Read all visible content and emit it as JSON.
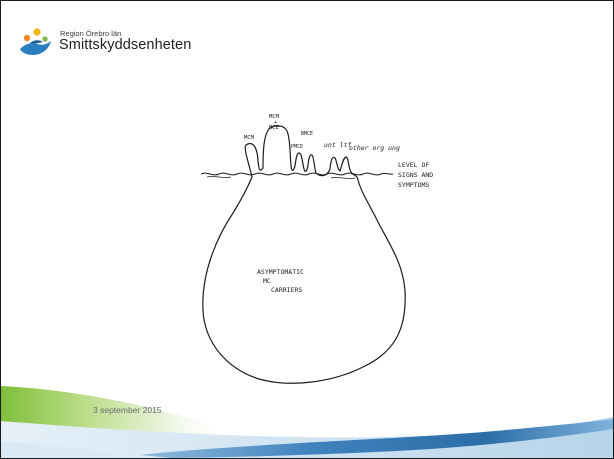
{
  "header": {
    "region": "Region Örebro län",
    "organisation": "Smittskyddsenheten",
    "logo_icon": "people-figures-logo-icon"
  },
  "sketch": {
    "labels": {
      "mcm_left": "MCM",
      "mcm_mce_top": "MCM",
      "mcm_mce_plus": "+",
      "mcm_mce_bottom": "MCE",
      "bmce": "BMCE",
      "pmce": "PMCE",
      "unt_ltf": "unt ltf",
      "other_org": "other org ung",
      "level_line1": "LEVEL  OF",
      "level_line2": "SIGNS AND",
      "level_line3": "SYMPTOMS",
      "body_line1": "ASYMPTOMATIC",
      "body_line2": "MC",
      "body_line3": "CARRIERS"
    }
  },
  "footer": {
    "date": "3 september 2015"
  },
  "colors": {
    "ink": "#222222",
    "band_green": "#8dc63f",
    "band_blue": "#2b6fa8",
    "band_light": "#cfe3f1"
  }
}
